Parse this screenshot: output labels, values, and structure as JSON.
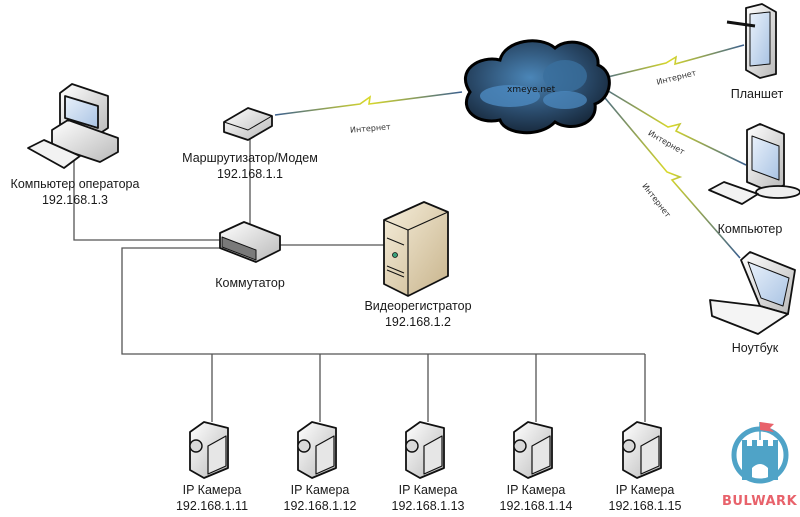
{
  "diagram": {
    "title": "IP camera network scheme",
    "link_label": "Интернет",
    "cloud": {
      "label": "xmeye.net"
    },
    "nodes": {
      "operator_pc": {
        "name": "Компьютер оператора",
        "ip": "192.168.1.3"
      },
      "router": {
        "name": "Маршрутизатор/Модем",
        "ip": "192.168.1.1"
      },
      "switch": {
        "name": "Коммутатор"
      },
      "dvr": {
        "name": "Видеорегистратор",
        "ip": "192.168.1.2"
      },
      "tablet": {
        "name": "Планшет"
      },
      "computer": {
        "name": "Компьютер"
      },
      "laptop": {
        "name": "Ноутбук"
      }
    },
    "cameras": [
      {
        "name": "IP Камера",
        "ip": "192.168.1.11"
      },
      {
        "name": "IP Камера",
        "ip": "192.168.1.12"
      },
      {
        "name": "IP Камера",
        "ip": "192.168.1.13"
      },
      {
        "name": "IP Камера",
        "ip": "192.168.1.14"
      },
      {
        "name": "IP Камера",
        "ip": "192.168.1.15"
      }
    ]
  },
  "branding": {
    "logo_text": "BULWARK",
    "color": "#e8626b",
    "tower_color": "#4fa3c7"
  },
  "colors": {
    "wire": "#555555",
    "wireless_blue": "#3a5f8f",
    "bolt": "#e6e62a",
    "cloud": "#1f3348"
  }
}
